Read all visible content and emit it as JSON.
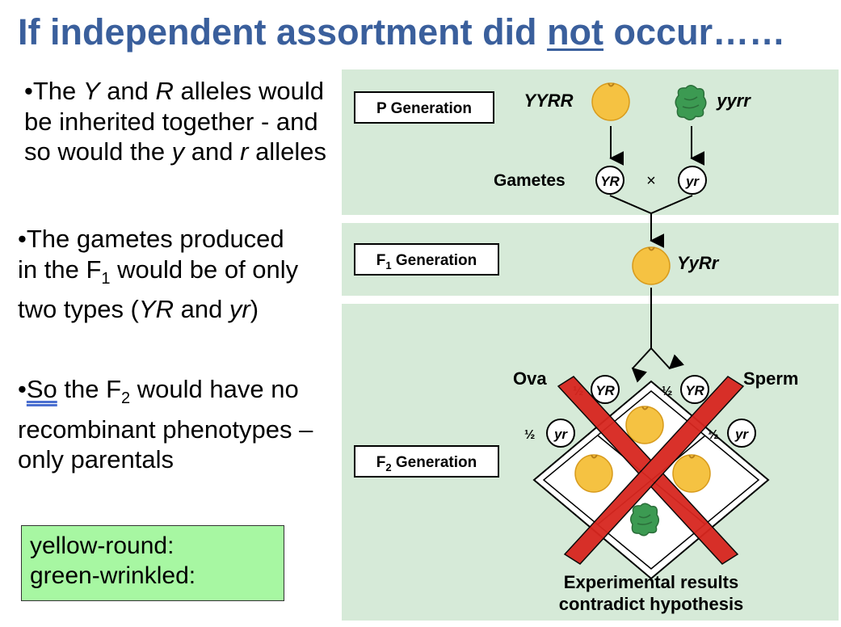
{
  "title": {
    "prefix": "If independent assortment did ",
    "underlined": "not",
    "suffix": " occur……"
  },
  "bullets": {
    "b1": {
      "bullet": "•",
      "t1": "The ",
      "y": "Y",
      "t2": " and ",
      "r": "R",
      "t3": " alleles would be inherited together - and so would the ",
      "y2": "y",
      "t4": " and ",
      "r2": "r",
      "t5": " alleles"
    },
    "b2": {
      "t1": "•The gametes produced in the F",
      "sub": "1",
      "t2": " would be of only two types (",
      "yr1": "YR",
      "t3": " and ",
      "yr2": "yr",
      "t4": ")"
    },
    "b3": {
      "bullet": "•",
      "so": "So",
      "t1": " the F",
      "sub": "2",
      "t2": " would have no recombinant phenotypes – only parentals"
    }
  },
  "result_box": {
    "line1": "yellow-round:",
    "line2": "green-wrinkled:"
  },
  "diagram": {
    "p_generation": "P Generation",
    "f1_generation_f": "F",
    "f1_generation_sub": "1",
    "f1_generation_rest": " Generation",
    "f2_generation_f": "F",
    "f2_generation_sub": "2",
    "f2_generation_rest": " Generation",
    "parent1_genotype": "YYRR",
    "parent2_genotype": "yyrr",
    "gametes_label": "Gametes",
    "gamete1": "YR",
    "gamete2": "yr",
    "cross_symbol": "×",
    "f1_genotype": "YyRr",
    "ova_label": "Ova",
    "sperm_label": "Sperm",
    "half": "½",
    "ova_gametes": [
      "YR",
      "yr"
    ],
    "sperm_gametes": [
      "YR",
      "yr"
    ],
    "caption_line1": "Experimental results",
    "caption_line2": "contradict hypothesis",
    "colors": {
      "panel": "#d6ead8",
      "pea_yellow": "#f5c242",
      "pea_green": "#3c9a52",
      "cross": "#d8261f",
      "title": "#3a5f9c"
    }
  }
}
